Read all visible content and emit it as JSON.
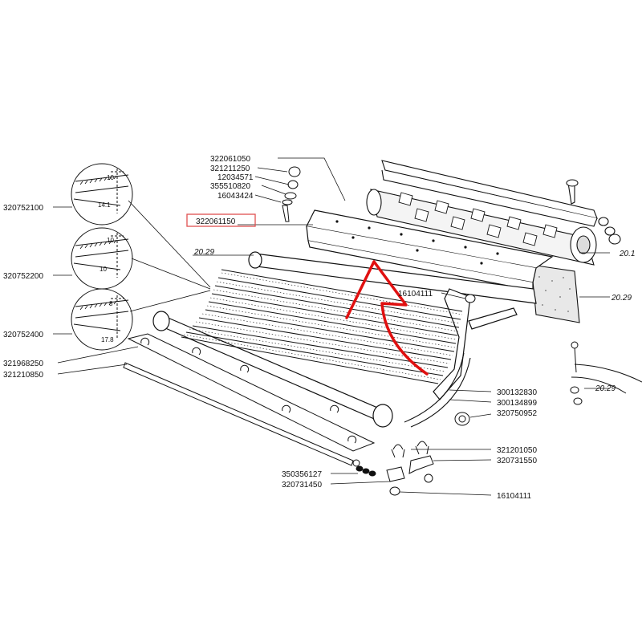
{
  "part_labels": {
    "l_320752100": "320752100",
    "l_320752200": "320752200",
    "l_320752400": "320752400",
    "l_321968250": "321968250",
    "l_321210850": "321210850",
    "l_322061050": "322061050",
    "l_321211250": "321211250",
    "l_12034571": "12034571",
    "l_355510820": "355510820",
    "l_16043424": "16043424",
    "l_322061150": "322061150",
    "l_16104111_a": "16104111",
    "l_300132830": "300132830",
    "l_300134899": "300134899",
    "l_320750952": "320750952",
    "l_321201050": "321201050",
    "l_320731550": "320731550",
    "l_350356127": "350356127",
    "l_320731450": "320731450",
    "l_16104111_b": "16104111"
  },
  "section_refs": {
    "s_left": "20.29",
    "s_top_right": "20.1",
    "s_mid_right": "20.29",
    "s_low_right": "20.29"
  },
  "detail_dimensions": {
    "d1_top": "10",
    "d1_side": "14.1",
    "d2_top": "10",
    "d2_side": "10",
    "d3_top": "8",
    "d3_side": "17.8"
  },
  "highlight": {
    "box_color": "#e05050",
    "arrow_color": "#e01010"
  }
}
